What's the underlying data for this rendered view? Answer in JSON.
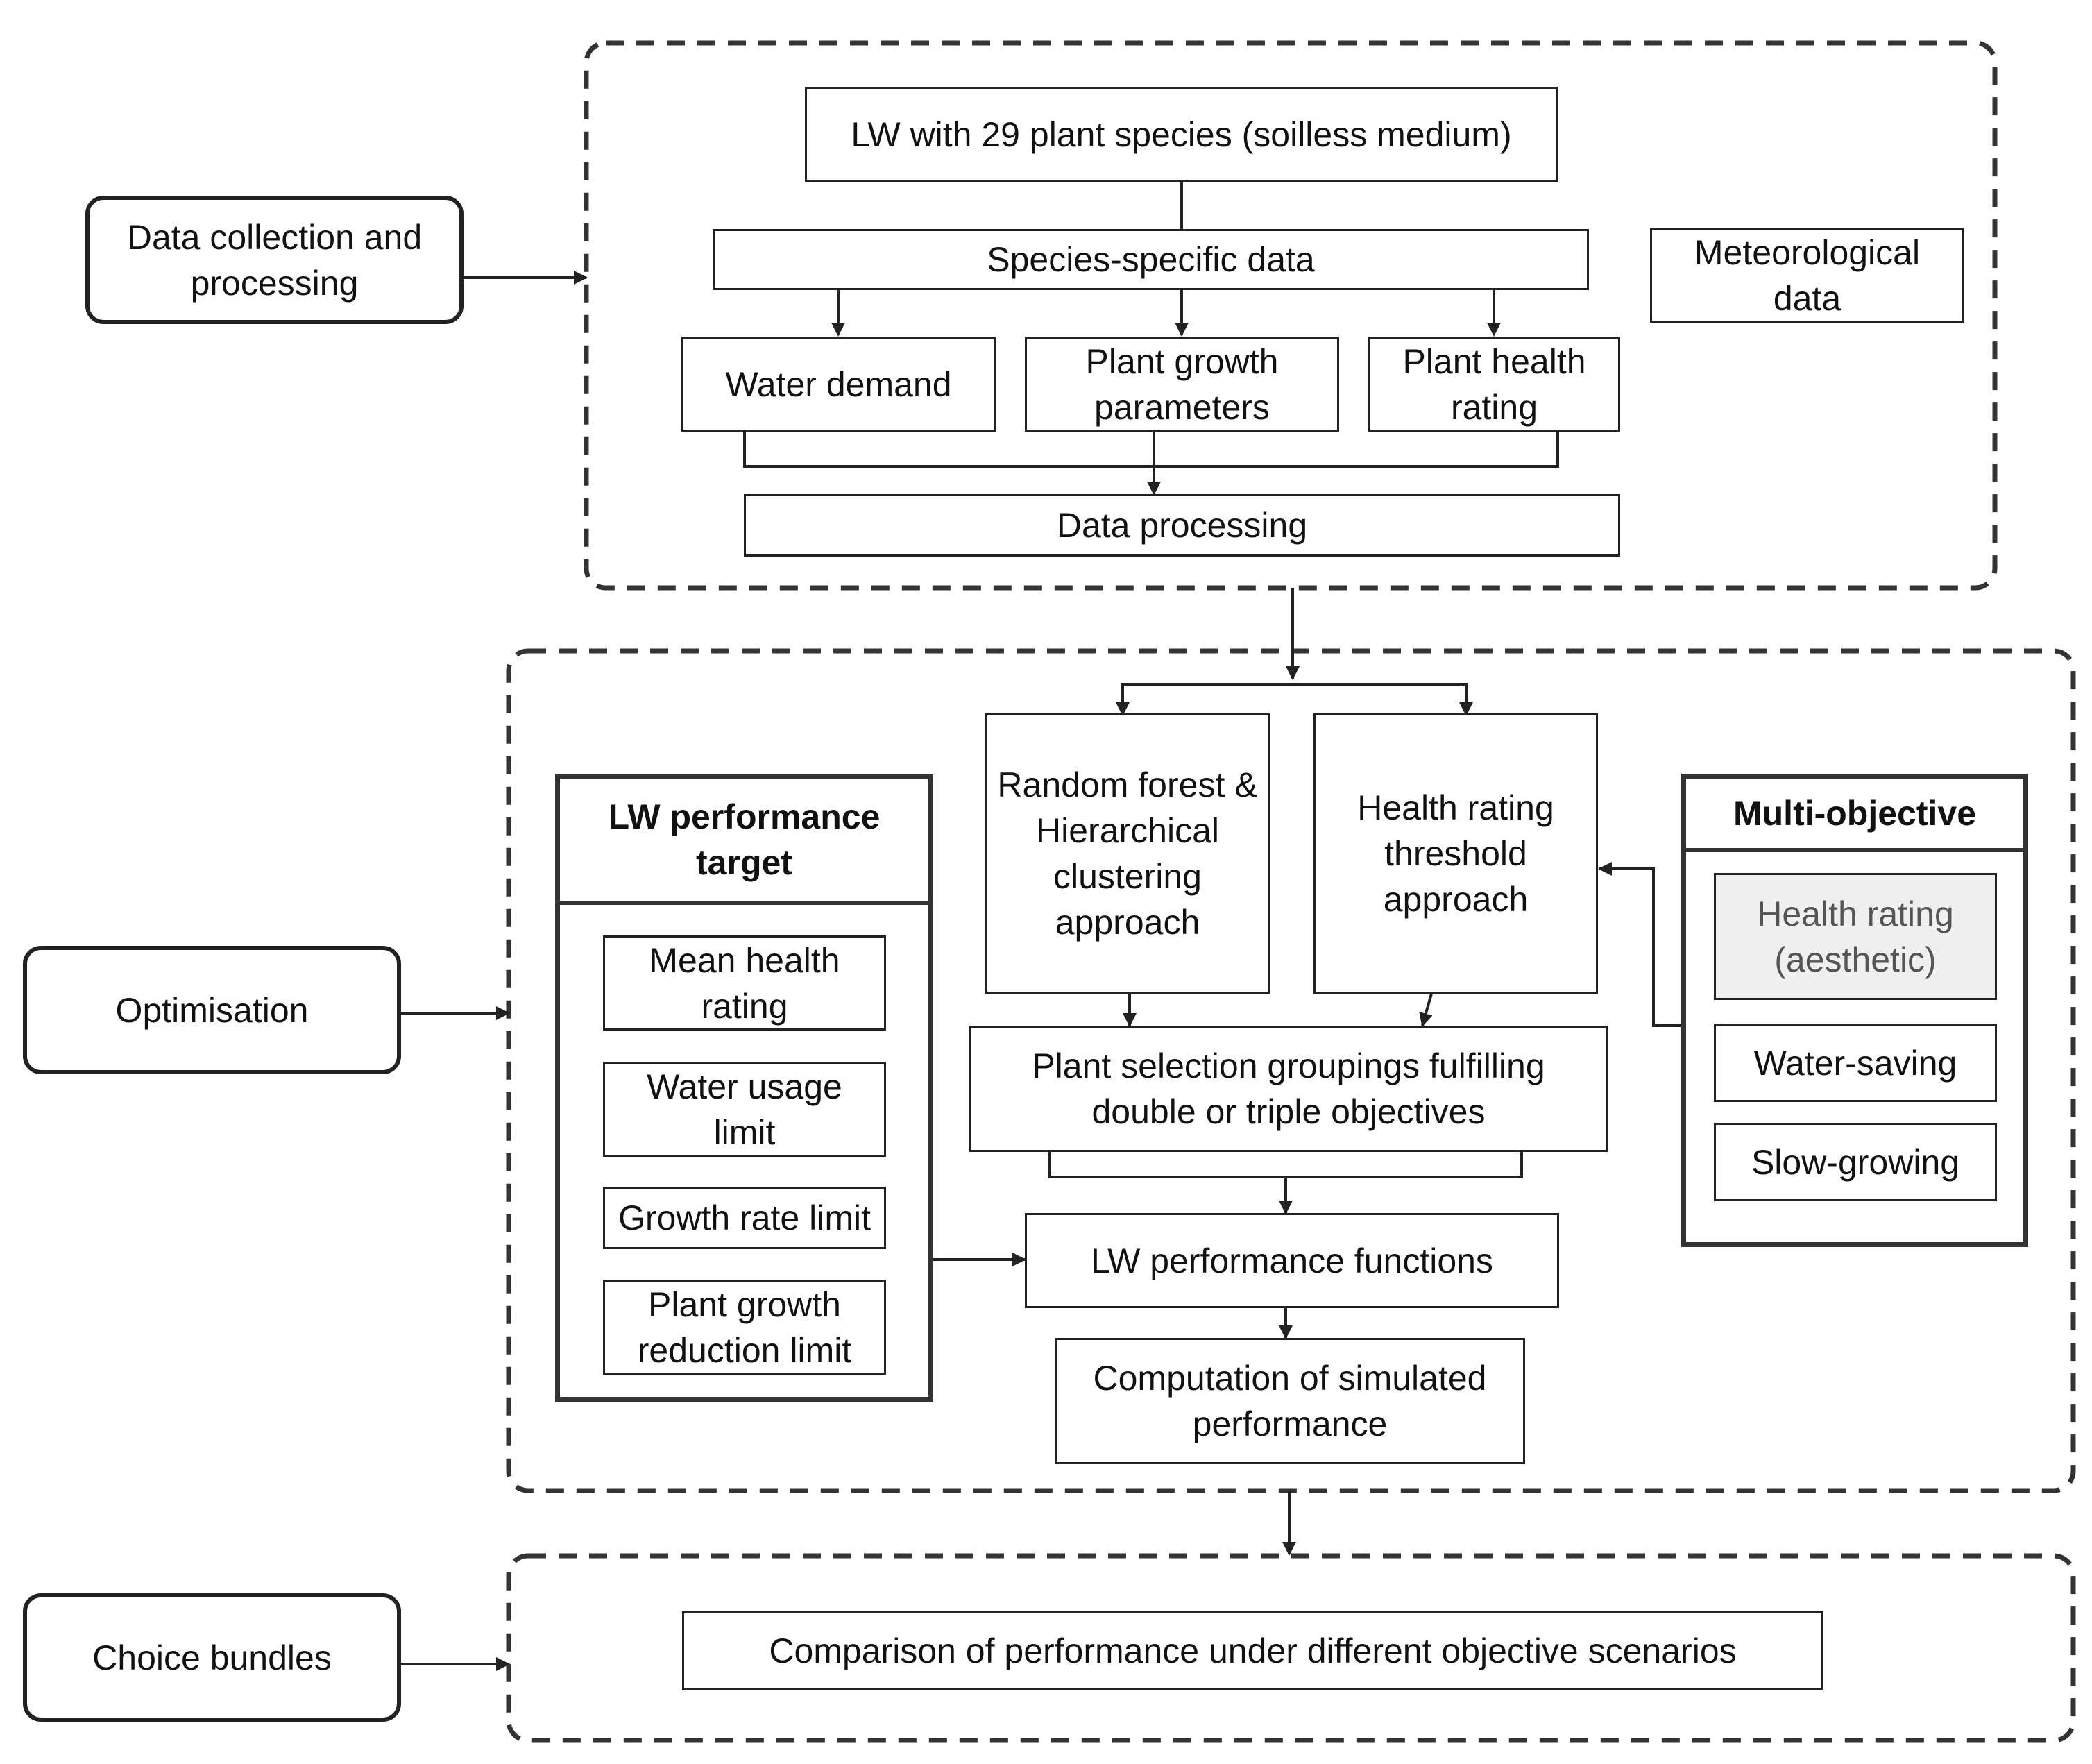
{
  "stages": {
    "data_collection": "Data collection and processing",
    "optimisation": "Optimisation",
    "choice_bundles": "Choice bundles"
  },
  "collection": {
    "lw_species": "LW with 29 plant species (soilless medium)",
    "species_data": "Species-specific data",
    "meteorological": "Meteorological data",
    "water_demand": "Water demand",
    "plant_growth": "Plant growth parameters",
    "plant_health": "Plant health rating",
    "data_processing": "Data processing"
  },
  "optimisation": {
    "performance_target": {
      "title": "LW performance target",
      "items": [
        "Mean health rating",
        "Water usage limit",
        "Growth rate limit",
        "Plant growth reduction limit"
      ]
    },
    "random_forest": "Random forest & Hierarchical clustering approach",
    "health_threshold": "Health rating threshold approach",
    "multi_objective": {
      "title": "Multi-objective",
      "items": [
        "Health rating (aesthetic)",
        "Water-saving",
        "Slow-growing"
      ]
    },
    "plant_selection": "Plant selection groupings fulfilling double or triple objectives",
    "performance_functions": "LW performance functions",
    "computation": "Computation of simulated performance"
  },
  "choice": {
    "comparison": "Comparison of performance under different objective scenarios"
  },
  "colors": {
    "line": "#222222",
    "dashed_border": "#333333",
    "highlight_fill": "#efefef"
  }
}
